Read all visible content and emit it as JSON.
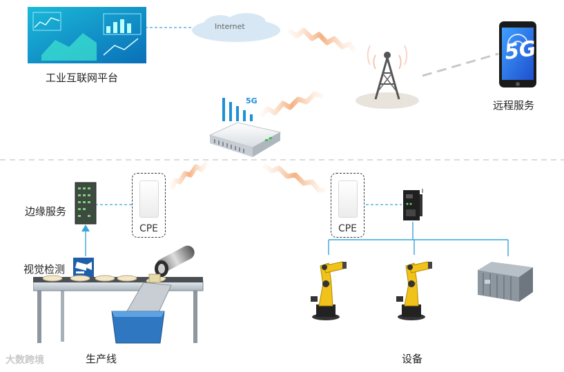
{
  "nodes": {
    "platform": "工业互联网平台",
    "internet": "Internet",
    "remote": "远程服务",
    "fiveg_phone": "5G",
    "fiveg_router": "5G",
    "edge": "边缘服务",
    "vision": "视觉检测",
    "cpe_left": "CPE",
    "cpe_right": "CPE",
    "production": "生产线",
    "equipment": "设备"
  },
  "watermark": "大数跨境",
  "colors": {
    "link_blue": "#39a4d8",
    "wave": "#f3b48a",
    "robot": "#f1c21b",
    "dashed_gray": "#c8c8c8"
  }
}
